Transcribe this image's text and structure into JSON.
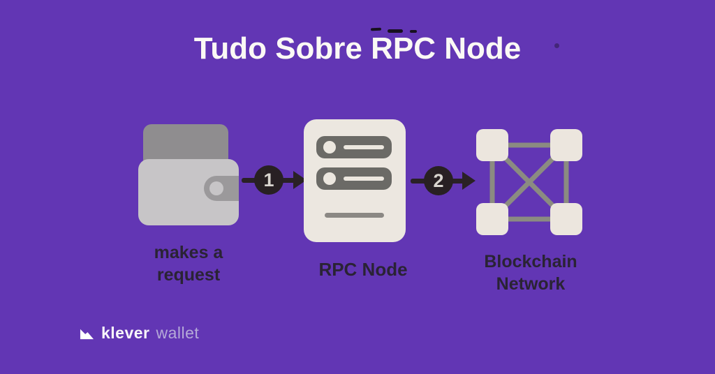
{
  "title": "Tudo Sobre RPC Node",
  "flow": {
    "steps": [
      {
        "id": "wallet",
        "icon": "wallet-icon",
        "label": "makes a request"
      },
      {
        "id": "rpc-node",
        "icon": "server-icon",
        "label": "RPC Node"
      },
      {
        "id": "blockchain-network",
        "icon": "blockchain-network-icon",
        "label": "Blockchain Network"
      }
    ],
    "arrows": [
      {
        "number": "1"
      },
      {
        "number": "2"
      }
    ]
  },
  "footer": {
    "brand": "klever",
    "product": "wallet",
    "logo_icon": "klever-logo-icon"
  },
  "colors": {
    "background": "#6236b4",
    "title_text": "#fbf9f5",
    "label_text": "#2a2334",
    "arrow_dark": "#2a2126",
    "badge_number": "#d9d5cf",
    "icon_cream": "#ece7e0",
    "wallet_card_gray": "#8f8d8f",
    "wallet_body_gray": "#c7c5c7",
    "server_bar_gray": "#6b6a66",
    "network_line_gray": "#8b8b81",
    "footer_product_text": "#b5aad8"
  }
}
